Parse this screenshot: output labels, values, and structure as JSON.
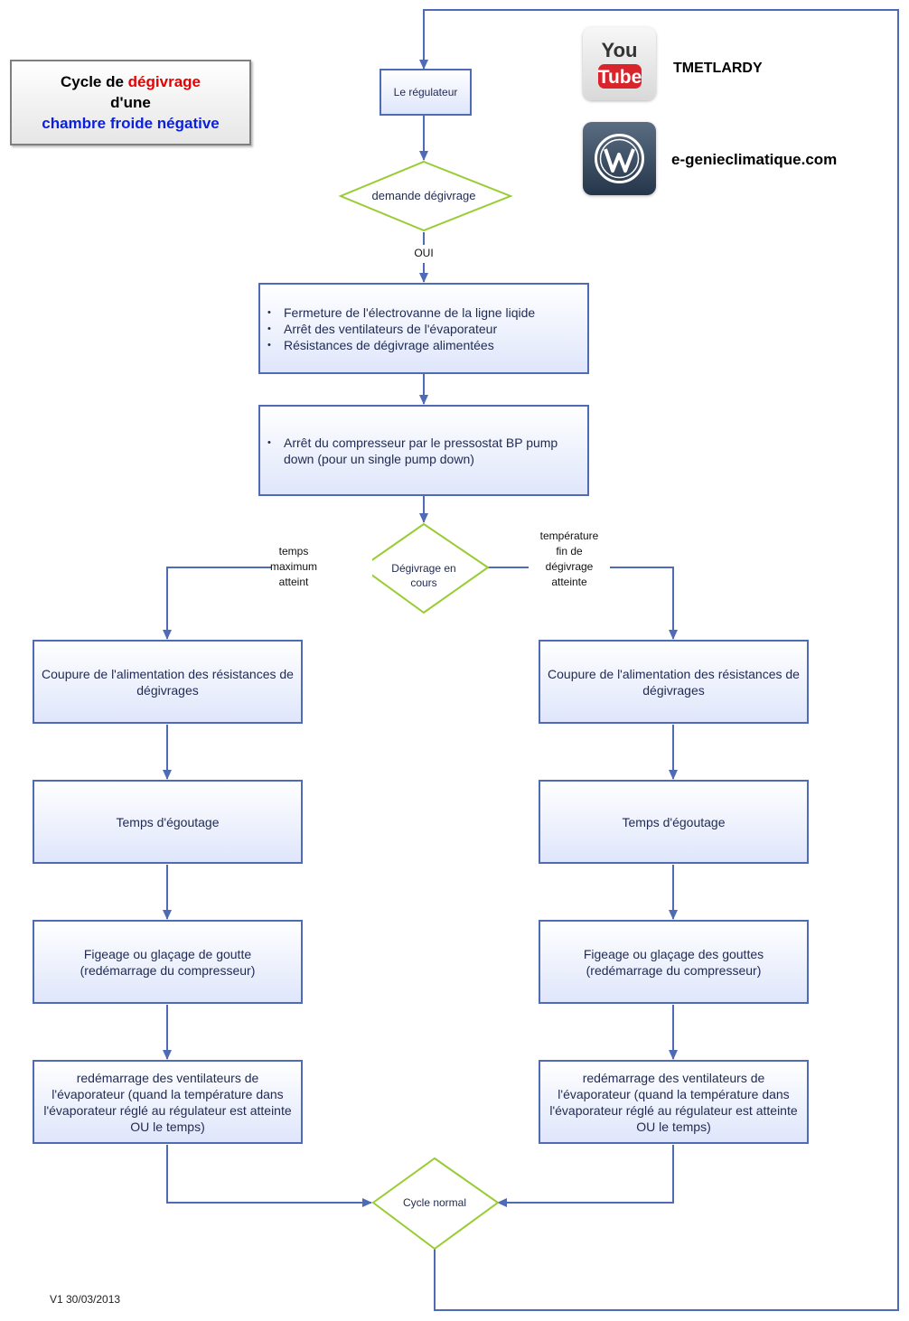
{
  "title": {
    "part1": "Cycle de ",
    "part2": "dégivrage",
    "line2": "d'une",
    "line3": "chambre froide négative"
  },
  "brands": {
    "youtube_channel": "TMETLARDY",
    "website": "e-genieclimatique.com"
  },
  "icons": {
    "youtube": "youtube-icon",
    "wordpress": "wordpress-icon"
  },
  "nodes": {
    "regulateur": "Le régulateur",
    "demande": "demande dégivrage",
    "step1": [
      "Fermeture de l'électrovanne de la ligne liqide",
      "Arrêt des ventilateurs de l'évaporateur",
      "Résistances de dégivrage alimentées"
    ],
    "step2": [
      "Arrêt du compresseur par le pressostat BP pump down (pour un single pump down)"
    ],
    "degivrage_en_cours": "Dégivrage en cours",
    "left": {
      "coupure": "Coupure de l'alimentation des résistances de dégivrages",
      "egouttage": "Temps d'égoutage",
      "figeage": "Figeage ou glaçage de goutte (redémarrage du compresseur)",
      "redemarrage": "redémarrage des ventilateurs de l'évaporateur (quand la température dans l'évaporateur réglé au régulateur est atteinte OU le temps)"
    },
    "right": {
      "coupure": "Coupure de l'alimentation des résistances de dégivrages",
      "egouttage": "Temps d'égoutage",
      "figeage": "Figeage ou glaçage des gouttes (redémarrage du compresseur)",
      "redemarrage": "redémarrage des ventilateurs de l'évaporateur (quand la température dans l'évaporateur réglé au régulateur est atteinte OU le temps)"
    },
    "cycle_normal": "Cycle normal"
  },
  "edge_labels": {
    "oui": "OUI",
    "temps_max": [
      "temps",
      "maximum",
      "atteint"
    ],
    "temp_fin": [
      "température",
      "fin de",
      "dégivrage",
      "atteinte"
    ]
  },
  "version": "V1 30/03/2013",
  "colors": {
    "box_border": "#4f6bb5",
    "connector": "#4f6bb5",
    "diamond_border": "#99cc33",
    "title_red": "#e60000",
    "title_blue": "#0a1fe0"
  }
}
